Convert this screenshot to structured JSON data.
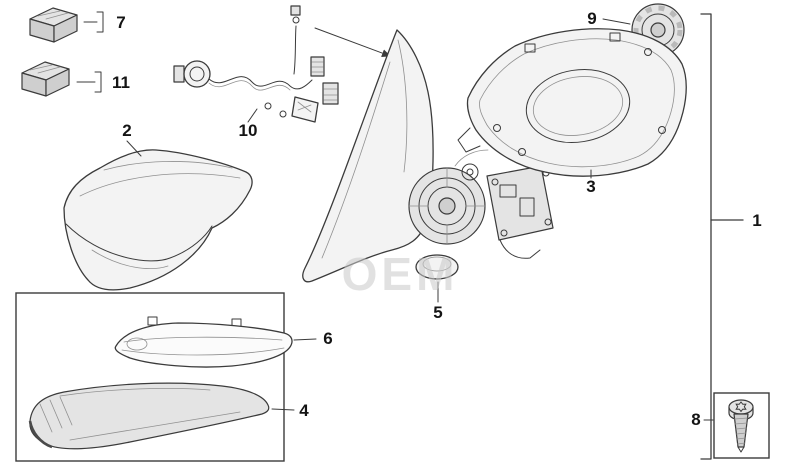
{
  "diagram": {
    "watermark": "OEM"
  },
  "parts": {
    "assembly": {
      "label": "1"
    },
    "mirror_cap": {
      "label": "2"
    },
    "housing_frame": {
      "label": "3"
    },
    "lower_trim": {
      "label": "4"
    },
    "cover_cap": {
      "label": "5"
    },
    "turn_signal": {
      "label": "6"
    },
    "kit_box_top": {
      "label": "7"
    },
    "screw": {
      "label": "8"
    },
    "motor": {
      "label": "9"
    },
    "wiring_harness": {
      "label": "10"
    },
    "kit_box_bottom": {
      "label": "11"
    }
  }
}
